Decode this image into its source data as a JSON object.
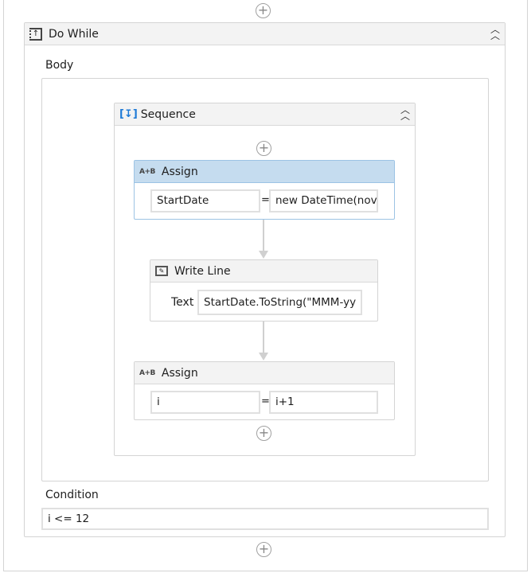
{
  "do_while": {
    "title": "Do While",
    "body_label": "Body",
    "condition_label": "Condition",
    "condition": "i <= 12"
  },
  "sequence": {
    "title": "Sequence"
  },
  "assign1": {
    "title": "Assign",
    "icon_text": "A+B",
    "to": "StartDate",
    "equals": "=",
    "value": "new DateTime(nov"
  },
  "write_line": {
    "title": "Write Line",
    "text_label": "Text",
    "text": "StartDate.ToString(\"MMM-yy"
  },
  "assign2": {
    "title": "Assign",
    "icon_text": "A+B",
    "to": "i",
    "equals": "=",
    "value": "i+1"
  },
  "colors": {
    "selected_header": "#c5dcef",
    "selected_border": "#9cc3e4",
    "sequence_icon": "#1e7ad6"
  }
}
